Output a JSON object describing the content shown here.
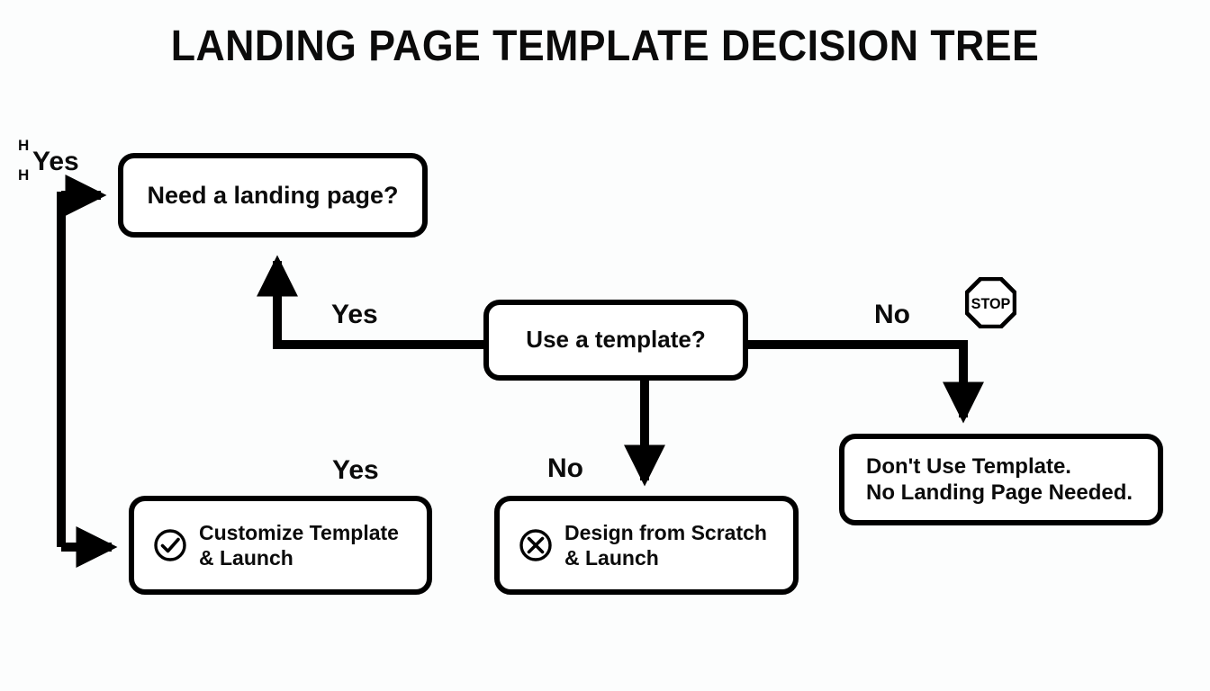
{
  "title": "LANDING PAGE TEMPLATE DECISION TREE",
  "colors": {
    "background": "#fcfdfd",
    "stroke": "#000000",
    "text": "#0b0b0b",
    "node_fill": "#ffffff"
  },
  "nodes": [
    {
      "id": "need-landing-page",
      "label": "Need a landing page?",
      "type": "decision",
      "icon": null
    },
    {
      "id": "use-a-template",
      "label": "Use a template?",
      "type": "decision",
      "icon": null
    },
    {
      "id": "customize-template",
      "label": "Customize Template\n& Launch",
      "type": "outcome",
      "icon": "check-circle-icon"
    },
    {
      "id": "design-from-scratch",
      "label": "Design from Scratch\n& Launch",
      "type": "outcome",
      "icon": "x-circle-icon"
    },
    {
      "id": "dont-use-template",
      "label": "Don't Use Template.\nNo Landing Page Needed.",
      "type": "outcome",
      "icon": null
    }
  ],
  "edge_labels": {
    "yes_top": "Yes",
    "yes_middle": "Yes",
    "no_right": "No",
    "yes_lower": "Yes",
    "no_lower": "No"
  },
  "stray_marks": {
    "h_upper": "H",
    "h_lower": "H"
  },
  "stop_sign": {
    "label": "STOP",
    "icon": "stop-sign-icon"
  }
}
